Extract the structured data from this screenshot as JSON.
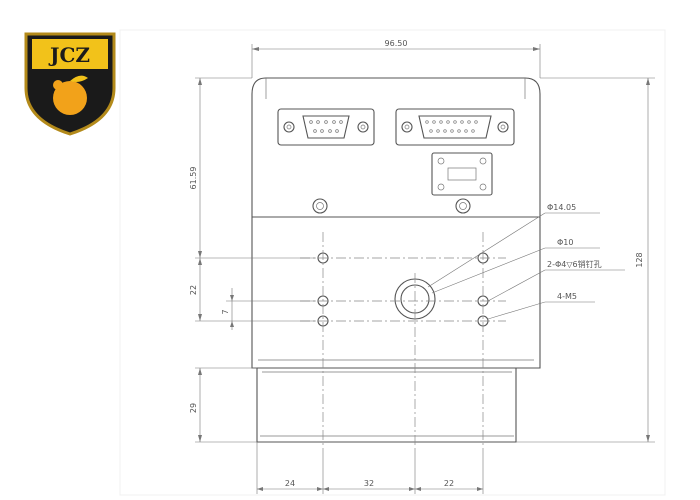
{
  "logo": {
    "text": "JCZ"
  },
  "dimensions": {
    "top_width": "96.50",
    "upper_height": "61.59",
    "total_height": "128",
    "hole_spacing": "22",
    "small_offset": "7",
    "bottom_height": "29",
    "bottom_left": "24",
    "bottom_center": "32",
    "bottom_right": "22"
  },
  "callouts": [
    {
      "text": "Φ14.05"
    },
    {
      "text": "Φ10"
    },
    {
      "text": "2-Φ4▽6销钉孔"
    },
    {
      "text": "4-M5"
    }
  ]
}
